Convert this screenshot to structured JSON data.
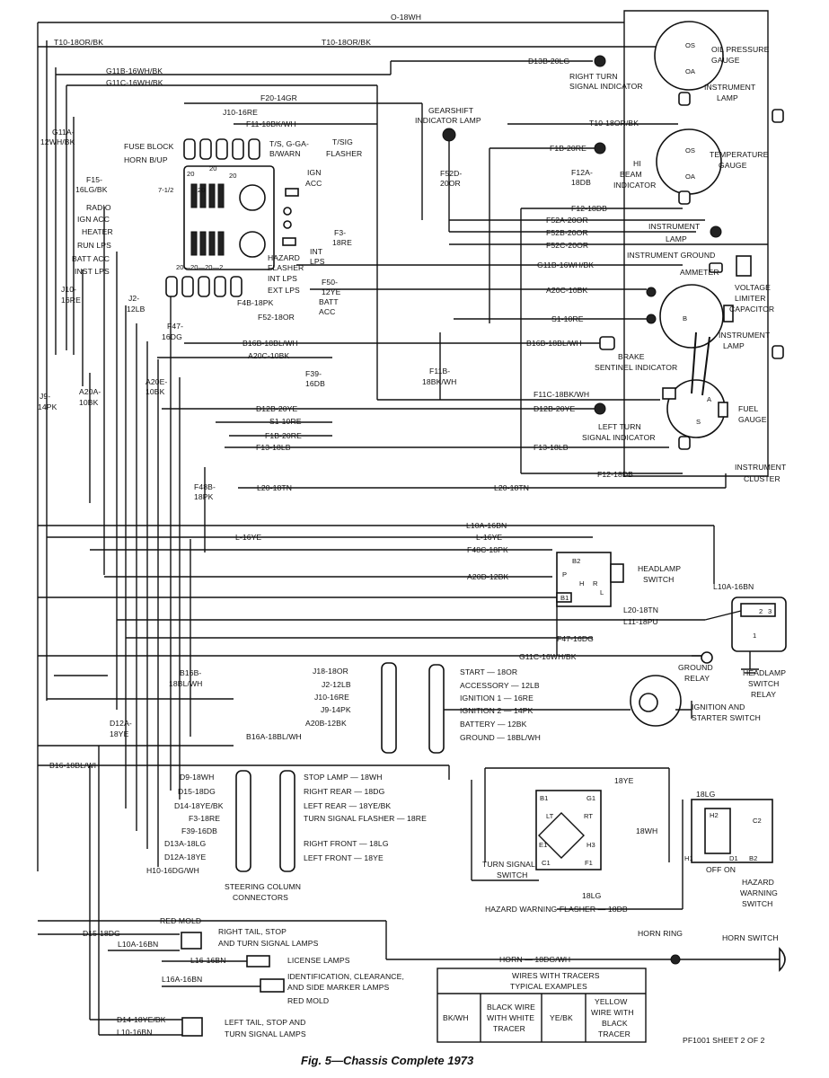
{
  "caption": "Fig. 5—Chassis Complete 1973",
  "sheet": "PF1001 SHEET 2 OF 2",
  "wires": [
    {
      "id": "w_o18wh",
      "label": "O-18WH"
    },
    {
      "id": "w_t10_top",
      "label": "T10-18OR/BK"
    },
    {
      "id": "w_t10_mid",
      "label": "T10-18OR/BK"
    },
    {
      "id": "w_t10_left",
      "label": "T10-18OR/BK"
    },
    {
      "id": "w_g11b",
      "label": "G11B-16WH/BK"
    },
    {
      "id": "w_g11c",
      "label": "G11C-16WH/BK"
    },
    {
      "id": "w_g11a",
      "label": "G11A-12WH/BK"
    },
    {
      "id": "w_f20",
      "label": "F20-14GR"
    },
    {
      "id": "w_j10",
      "label": "J10-16RE"
    },
    {
      "id": "w_f11",
      "label": "F11-18BK/WH"
    },
    {
      "id": "w_d13b",
      "label": "D13B-20LG"
    },
    {
      "id": "w_f1b",
      "label": "F1B-20RE"
    },
    {
      "id": "w_f12a",
      "label": "F12A-18DB"
    },
    {
      "id": "w_f12",
      "label": "F12-18DB"
    },
    {
      "id": "w_f52a",
      "label": "F52A-20OR"
    },
    {
      "id": "w_f52b",
      "label": "F52B-20OR"
    },
    {
      "id": "w_f52c",
      "label": "F52C-20OR"
    },
    {
      "id": "w_f52d",
      "label": "F52D-20OR"
    },
    {
      "id": "w_g11b_r",
      "label": "G11B-16WH/BK"
    },
    {
      "id": "w_a20c_r",
      "label": "A20C-10BK"
    },
    {
      "id": "w_s1_r",
      "label": "S1-10RE"
    },
    {
      "id": "w_b16b_r",
      "label": "B16B-18BL/WH"
    },
    {
      "id": "w_f11b",
      "label": "F11B-18BK/WH"
    },
    {
      "id": "w_f11c",
      "label": "F11C-18BK/WH"
    },
    {
      "id": "w_d12b_r",
      "label": "D12B-20YE"
    },
    {
      "id": "w_f13_r",
      "label": "F13-18LB"
    },
    {
      "id": "w_f12_bot",
      "label": "F12-18DB"
    },
    {
      "id": "w_f15",
      "label": "F15-16LG/BK"
    },
    {
      "id": "w_j10_l",
      "label": "J10-16RE"
    },
    {
      "id": "w_j2",
      "label": "J2-12LB"
    },
    {
      "id": "w_f47",
      "label": "F47-16DG"
    },
    {
      "id": "w_f3",
      "label": "F3-18RE"
    },
    {
      "id": "w_f50",
      "label": "F50-12YE"
    },
    {
      "id": "w_f4b",
      "label": "F4B-18PK"
    },
    {
      "id": "w_f52",
      "label": "F52-18OR"
    },
    {
      "id": "w_b16b",
      "label": "B16B-18BL/WH"
    },
    {
      "id": "w_a20c",
      "label": "A20C-10BK"
    },
    {
      "id": "w_f39",
      "label": "F39-16DB"
    },
    {
      "id": "w_a20e",
      "label": "A20E-10BK"
    },
    {
      "id": "w_a20a",
      "label": "A20A-10BK"
    },
    {
      "id": "w_j9",
      "label": "J9-14PK"
    },
    {
      "id": "w_d12b",
      "label": "D12B-20YE"
    },
    {
      "id": "w_s1",
      "label": "S1-10RE"
    },
    {
      "id": "w_f1b_l",
      "label": "F1B-20RE"
    },
    {
      "id": "w_f13",
      "label": "F13-18LB"
    },
    {
      "id": "w_f48b",
      "label": "F48B-18PK"
    },
    {
      "id": "w_l20_l",
      "label": "L20-18TN"
    },
    {
      "id": "w_l20",
      "label": "L20-18TN"
    },
    {
      "id": "w_l10a",
      "label": "L10A-16BN"
    },
    {
      "id": "w_l16ye_a",
      "label": "L-16YE"
    },
    {
      "id": "w_l16ye_b",
      "label": "L-16YE"
    },
    {
      "id": "w_f48c",
      "label": "F48C-18PK"
    },
    {
      "id": "w_a20d",
      "label": "A20D-12BK"
    },
    {
      "id": "w_l20_hs",
      "label": "L20-18TN"
    },
    {
      "id": "w_l11",
      "label": "L11-18PU"
    },
    {
      "id": "w_l10a_r",
      "label": "L10A-16BN"
    },
    {
      "id": "w_f47_r",
      "label": "F47-16DG"
    },
    {
      "id": "w_g11c_r",
      "label": "G11C-16WH/BK"
    },
    {
      "id": "w_b16b_l",
      "label": "B16B-18BL/WH"
    },
    {
      "id": "w_d12a",
      "label": "D12A-18YE"
    },
    {
      "id": "w_b16",
      "label": "B16-18BL/WH"
    },
    {
      "id": "w_18ye",
      "label": "18YE"
    },
    {
      "id": "w_18lg",
      "label": "18LG"
    },
    {
      "id": "w_18wh",
      "label": "18WH"
    },
    {
      "id": "w_18lg_b",
      "label": "18LG"
    },
    {
      "id": "w_hzf",
      "label": "HAZARD WARNING FLASHER — 18DB"
    },
    {
      "id": "w_horn",
      "label": "HORN — 18DG/WH"
    },
    {
      "id": "w_d15",
      "label": "D15-18DG"
    },
    {
      "id": "w_l10a_b",
      "label": "L10A-16BN"
    },
    {
      "id": "w_l16",
      "label": "L16-16BN"
    },
    {
      "id": "w_l16a",
      "label": "L16A-16BN"
    },
    {
      "id": "w_d14",
      "label": "D14-18YE/BK"
    },
    {
      "id": "w_l10",
      "label": "L10-16BN"
    }
  ],
  "ignition_connector": [
    {
      "wire": "J18-18OR",
      "circuit": "START — 18OR"
    },
    {
      "wire": "J2-12LB",
      "circuit": "ACCESSORY — 12LB"
    },
    {
      "wire": "J10-16RE",
      "circuit": "IGNITION 1 — 16RE"
    },
    {
      "wire": "J9-14PK",
      "circuit": "IGNITION 2 — 14PK"
    },
    {
      "wire": "A20B-12BK",
      "circuit": "BATTERY — 12BK"
    },
    {
      "wire": "B16A-18BL/WH",
      "circuit": "GROUND — 18BL/WH"
    }
  ],
  "steering_connector": [
    {
      "wire": "D9-18WH",
      "circuit": "STOP LAMP — 18WH"
    },
    {
      "wire": "D15-18DG",
      "circuit": "RIGHT REAR — 18DG"
    },
    {
      "wire": "D14-18YE/BK",
      "circuit": "LEFT REAR — 18YE/BK"
    },
    {
      "wire": "F3-18RE",
      "circuit": "TURN SIGNAL FLASHER — 18RE"
    },
    {
      "wire": "F39-16DB",
      "circuit": ""
    },
    {
      "wire": "D13A-18LG",
      "circuit": "RIGHT FRONT — 18LG"
    },
    {
      "wire": "D12A-18YE",
      "circuit": "LEFT FRONT — 18YE"
    },
    {
      "wire": "H10-16DG/WH",
      "circuit": ""
    }
  ],
  "fuse_block_labels": [
    "RADIO",
    "IGN ACC",
    "HEATER",
    "RUN LPS",
    "BATT ACC",
    "INST LPS"
  ],
  "fuse_block_right": [
    "IGN ACC",
    "INT LPS",
    "EXT LPS",
    "INT LPS",
    "BATT ACC"
  ],
  "components": {
    "fuse_block": "FUSE BLOCK",
    "horn_bup": "HORN B/UP",
    "tsg": "T/S, G-GA-B/WARN",
    "tsig_flasher": "T/SIG FLASHER",
    "hazard_flasher": "HAZARD FLASHER",
    "ign_acc": "IGN ACC",
    "oil": "OIL PRESSURE GAUGE",
    "right_turn": "RIGHT TURN SIGNAL INDICATOR",
    "instrument_lamp": "INSTRUMENT LAMP",
    "gearshift": "GEARSHIFT INDICATOR LAMP",
    "temp": "TEMPERATURE GAUGE",
    "hi_beam": "HI BEAM INDICATOR",
    "instrument_lamp2": "INSTRUMENT LAMP",
    "instrument_ground": "INSTRUMENT GROUND",
    "ammeter": "AMMETER",
    "voltage_limiter": "VOLTAGE LIMITER CAPACITOR",
    "instrument_lamp3": "INSTRUMENT LAMP",
    "brake": "BRAKE SENTINEL INDICATOR",
    "left_turn": "LEFT TURN SIGNAL INDICATOR",
    "fuel": "FUEL GAUGE",
    "cluster": "INSTRUMENT CLUSTER",
    "headlamp_switch": "HEADLAMP SWITCH",
    "ground_relay": "GROUND RELAY",
    "headlamp_relay": "HEADLAMP SWITCH RELAY",
    "ign_starter": "IGNITION AND STARTER SWITCH",
    "steering": "STEERING COLUMN CONNECTORS",
    "turn_signal_switch": "TURN SIGNAL SWITCH",
    "hazard_switch": "HAZARD WARNING SWITCH",
    "off_on": "OFF ON",
    "horn_ring": "HORN RING",
    "horn_switch": "HORN SWITCH",
    "red_mold": "RED MOLD",
    "right_tail": "RIGHT TAIL, STOP AND TURN SIGNAL LAMPS",
    "license": "LICENSE LAMPS",
    "ident": "IDENTIFICATION, CLEARANCE, AND SIDE MARKER LAMPS",
    "red_mold2": "RED MOLD",
    "left_tail": "LEFT TAIL, STOP AND TURN SIGNAL LAMPS"
  },
  "gauge_terms": {
    "os": "OS",
    "oa": "OA",
    "a": "A",
    "s": "S",
    "b": "B",
    "hi": "HI"
  },
  "switch_terms": {
    "b1": "B1",
    "g1": "G1",
    "lt": "LT",
    "rt": "RT",
    "e1": "E1",
    "h3": "H3",
    "c1": "C1",
    "f1": "F1",
    "h2": "H2",
    "c2": "C2",
    "d1": "D1",
    "b2": "B2",
    "h1": "H1",
    "hs_b2": "B2",
    "hs_b1": "B1",
    "hs_r": "R",
    "hs_h": "H",
    "hs_l": "L",
    "hs_p": "P",
    "rl_2": "2",
    "rl_3": "3",
    "rl_1": "1"
  },
  "fuse_numbers": [
    "20",
    "20",
    "20",
    "7-1/2",
    "20",
    "20—20—20—2"
  ],
  "tracer_table": {
    "title": "WIRES WITH TRACERS TYPICAL EXAMPLES",
    "cells": [
      "BK/WH",
      "BLACK WIRE WITH WHITE TRACER",
      "YE/BK",
      "YELLOW WIRE WITH BLACK TRACER"
    ]
  }
}
